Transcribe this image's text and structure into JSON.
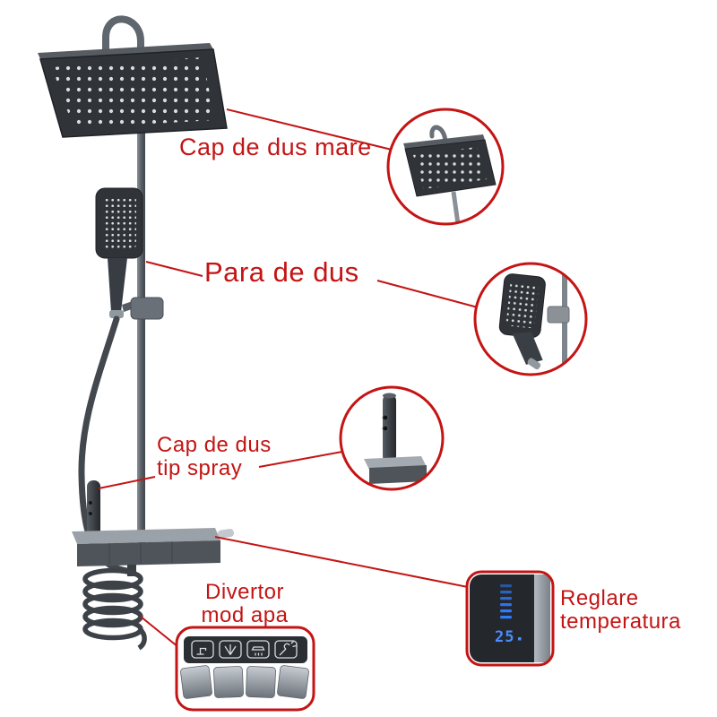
{
  "annotations": {
    "head_large": "Cap de dus mare",
    "hand_shower": "Para de dus",
    "spray_head": [
      "Cap de dus",
      "tip spray"
    ],
    "diverter": [
      "Divertor",
      "mod apa"
    ],
    "temperature": [
      "Reglare",
      "temperatura"
    ]
  },
  "temperature_display": {
    "value": "25"
  },
  "diverter_icons": [
    "tub-faucet-icon",
    "spray-jet-icon",
    "rain-shower-icon",
    "hand-shower-icon"
  ],
  "colors": {
    "annotation_red": "#c41414",
    "led_blue": "#3f86ff",
    "product_gray_dark": "#33373c",
    "callout_fill": "#ffffff"
  }
}
